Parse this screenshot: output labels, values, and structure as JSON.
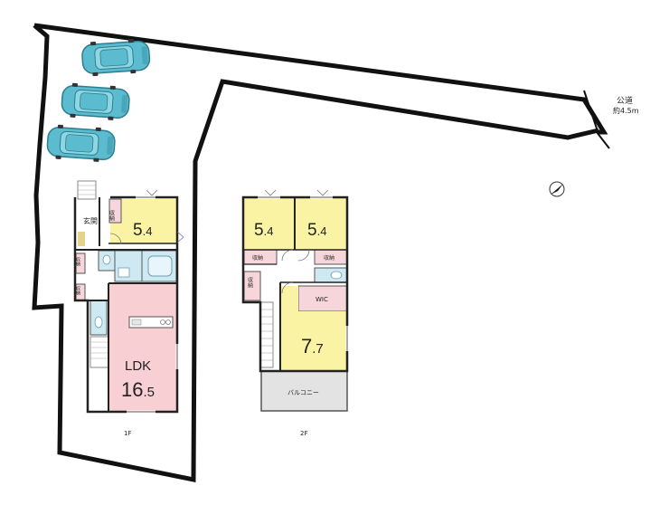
{
  "road": {
    "name": "公道",
    "width": "約4.5m"
  },
  "floors": [
    {
      "label": "1F"
    },
    {
      "label": "2F"
    }
  ],
  "rooms": {
    "f1_bedroom": {
      "size_main": "5",
      "size_sub": ".4"
    },
    "f1_ldk": {
      "name": "LDK",
      "size_main": "16",
      "size_sub": ".5"
    },
    "f1_entrance": "玄関",
    "f1_storage_a": "収納",
    "f1_storage_b": "収納",
    "f1_storage_c": "収納",
    "f2_bedroom_left": {
      "size_main": "5",
      "size_sub": ".4"
    },
    "f2_bedroom_right": {
      "size_main": "5",
      "size_sub": ".4"
    },
    "f2_master": {
      "size_main": "7",
      "size_sub": ".7"
    },
    "f2_wic": "WIC",
    "f2_storage_left": "収納",
    "f2_storage_right": "収納",
    "f2_storage_hall": "収納",
    "f2_balcony": "バルコニー"
  },
  "colors": {
    "bedroom": "#fbf3a4",
    "ldk": "#f8cfd3",
    "wet": "#cfe9f3",
    "storage": "#f6d6da",
    "balcony": "#e3e3e3",
    "car": "#5bbcd0"
  },
  "icons": [
    "north-arrow-icon",
    "car-icon"
  ]
}
